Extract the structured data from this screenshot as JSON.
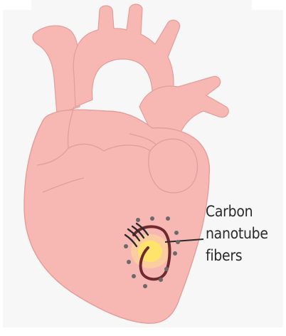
{
  "label_lines": [
    "Carbon",
    "nanotube",
    "fibers"
  ],
  "colors": {
    "background": "#f7f7f7",
    "heart_fill": "#f7b7b3",
    "heart_outline": "#e39e99",
    "fiber_patch": "#6e2a2e",
    "glow": "#ffe14d",
    "dots": "#6a6a6a",
    "text": "#2a2a2a"
  }
}
